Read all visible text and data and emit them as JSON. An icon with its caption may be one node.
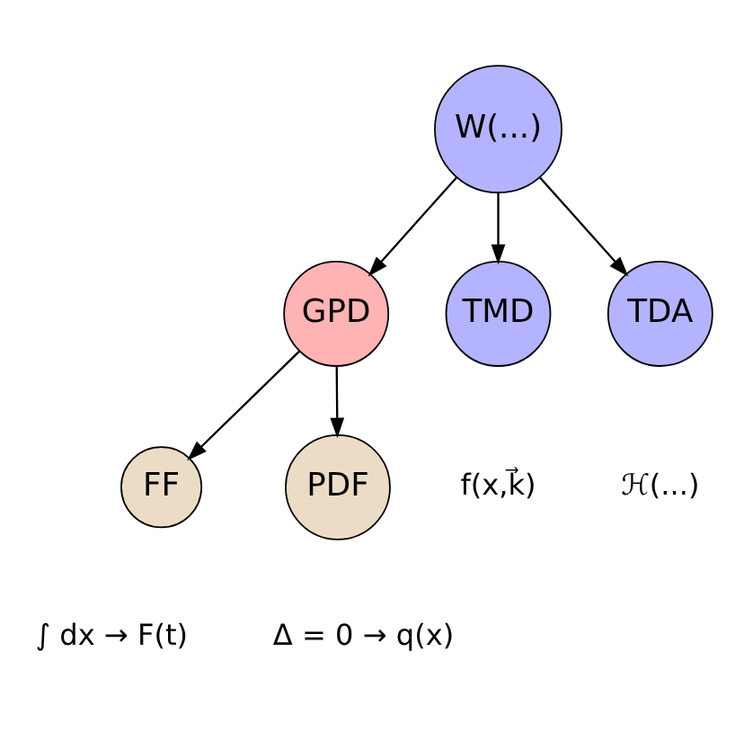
{
  "diagram": {
    "nodes": [
      {
        "text": [
          "W(...)"
        ]
      },
      {
        "text": [
          "GPD"
        ]
      },
      {
        "text": [
          "TMD"
        ],
        "beside": [
          "f(x,k⃗)"
        ]
      },
      {
        "text": [
          "TDA"
        ],
        "beside": [
          "ℋ(...)"
        ]
      },
      {
        "text": [
          "FF"
        ],
        "beside": [
          "∫ dx → F(t)"
        ]
      },
      {
        "text": [
          "PDF"
        ],
        "beside": [
          "Δ = 0 → q(x)"
        ]
      }
    ],
    "edges": [
      {
        "from": 0,
        "to": 1,
        "arrow": "to"
      },
      {
        "from": 0,
        "to": 2,
        "arrow": "to"
      },
      {
        "from": 0,
        "to": 3,
        "arrow": "to"
      },
      {
        "from": 1,
        "to": 4,
        "arrow": "to"
      },
      {
        "from": 1,
        "to": 5,
        "arrow": "to"
      }
    ]
  }
}
